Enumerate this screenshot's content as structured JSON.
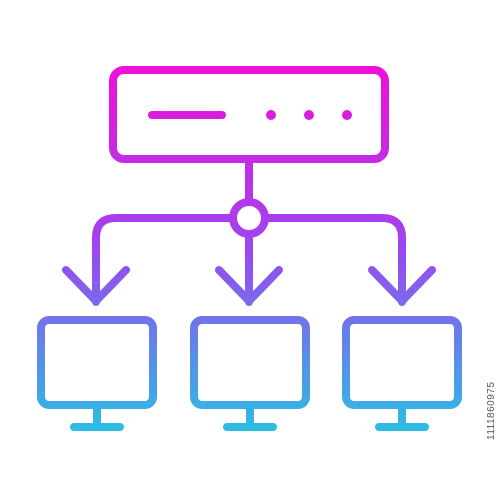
{
  "icon": {
    "name": "server-network-distribution-icon",
    "gradient": {
      "top_color": "#ee10d9",
      "mid_color": "#9b47ef",
      "bottom_color": "#2cbde4"
    },
    "children": [
      {
        "name": "computer-monitor-icon-left"
      },
      {
        "name": "computer-monitor-icon-center"
      },
      {
        "name": "computer-monitor-icon-right"
      }
    ]
  },
  "stock_id": "1111860975"
}
